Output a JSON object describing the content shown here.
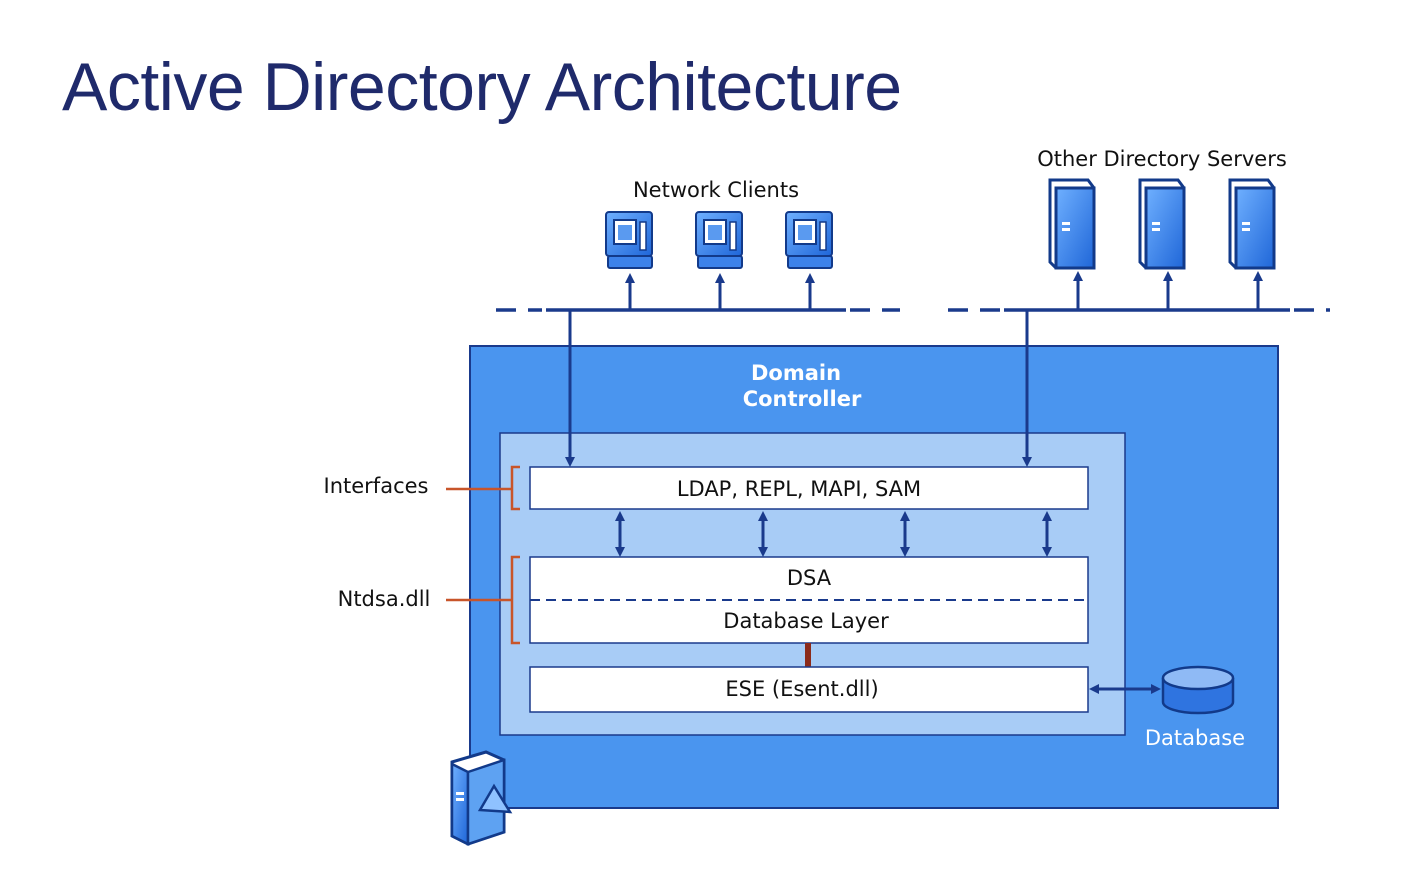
{
  "title": "Active Directory Architecture",
  "groups": {
    "network_clients": "Network Clients",
    "other_servers": "Other Directory Servers"
  },
  "domain_controller": {
    "line1": "Domain",
    "line2": "Controller"
  },
  "side_labels": {
    "interfaces": "Interfaces",
    "ntdsa": "Ntdsa.dll"
  },
  "layers": {
    "interfaces": "LDAP, REPL, MAPI, SAM",
    "dsa": "DSA",
    "database_layer": "Database Layer",
    "ese": "ESE (Esent.dll)"
  },
  "database_label": "Database",
  "colors": {
    "title": "#1f2a6b",
    "dc_outer": "#4a90e8",
    "dc_inner": "#a6c9f5",
    "line": "#1a3a8c",
    "bracket": "#c8552a",
    "connector": "#8b2a1a"
  },
  "icons": {
    "client": "computer-icon",
    "server": "server-icon",
    "database": "database-icon",
    "domain_controller": "domain-controller-icon"
  }
}
